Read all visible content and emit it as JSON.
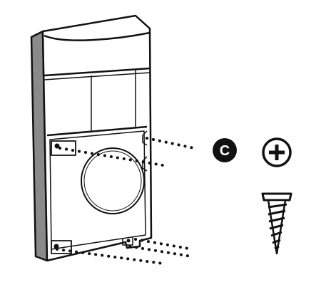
{
  "figure": {
    "step_marker": {
      "label": "C",
      "fill": "#111111"
    },
    "items": [
      {
        "name": "device-backplate",
        "description_icon": "doorbell-mount-plate"
      },
      {
        "name": "phillips-screwdriver",
        "description_icon": "phillips-head-icon"
      },
      {
        "name": "wood-screw",
        "description_icon": "screw-icon"
      }
    ],
    "colors": {
      "line": "#111111",
      "side_shade": "#8a8a8a",
      "background": "#ffffff"
    }
  }
}
